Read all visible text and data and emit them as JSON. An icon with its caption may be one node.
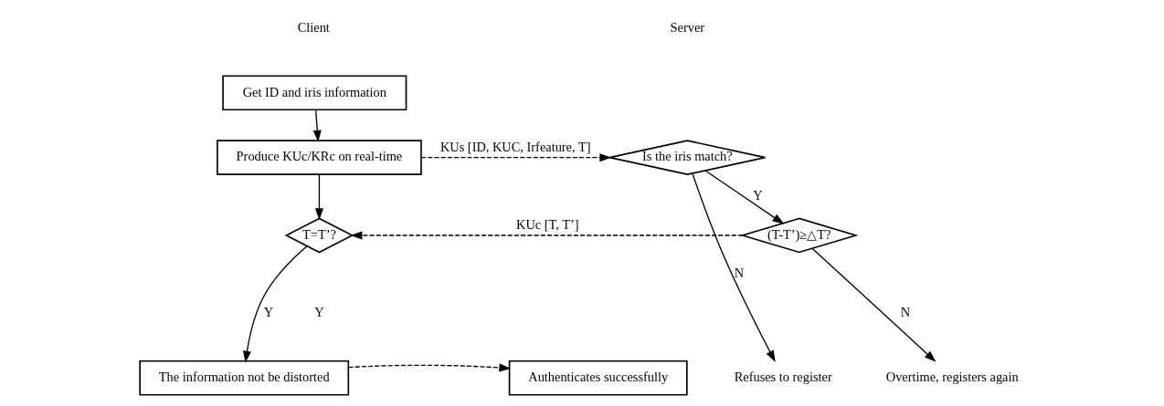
{
  "diagram": {
    "nodes": [
      {
        "text": [
          "Get ID and iris information"
        ]
      },
      {
        "text": [
          "Produce KUc/KRc on real-time"
        ]
      },
      {
        "text": [
          "T=T’?"
        ]
      },
      {
        "text": [
          "The information not be distorted"
        ]
      },
      {
        "text": [
          "Is the iris match?"
        ]
      },
      {
        "text": [
          "Refuses to register"
        ]
      },
      {
        "text": [
          "(T-T’)≥△T?"
        ]
      },
      {
        "text": [
          "Overtime, registers again"
        ]
      },
      {
        "text": [
          "Authenticates successfully"
        ]
      }
    ],
    "edges": [
      {
        "from": 0,
        "to": 1,
        "arrow": "to"
      },
      {
        "from": 1,
        "to": 4,
        "arrow": "to",
        "style": "dashed",
        "label": "KUs [ID, KUC, Irfeature, T]"
      },
      {
        "from": 1,
        "to": 2,
        "arrow": "to"
      },
      {
        "from": 4,
        "to": 5,
        "arrow": "to",
        "label": "N"
      },
      {
        "from": 4,
        "to": 6,
        "arrow": "to",
        "label": "Y"
      },
      {
        "from": 6,
        "to": 2,
        "arrow": "to",
        "style": "dashed",
        "label": "KUc [T, T’]"
      },
      {
        "from": 6,
        "to": 7,
        "arrow": "to",
        "label": "N"
      },
      {
        "from": 2,
        "to": 3,
        "arrow": "to",
        "label": "Y"
      },
      {
        "from": 3,
        "to": 8,
        "arrow": "to",
        "style": "dashed"
      }
    ],
    "labels": [
      "Client",
      "Server",
      "Y"
    ]
  }
}
